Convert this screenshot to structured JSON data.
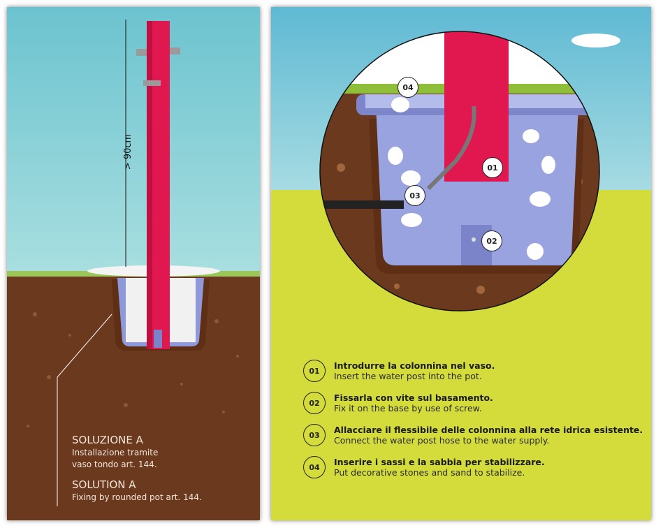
{
  "left_panel": {
    "height_label": "> 90cm",
    "caption": {
      "title_it": "SOLUZIONE A",
      "line1_it": "Installazione tramite",
      "line2_it": "vaso tondo art. 144.",
      "title_en": "SOLUTION A",
      "line_en": "Fixing by rounded pot art. 144."
    }
  },
  "right_panel": {
    "badges": [
      "04",
      "01",
      "03",
      "02"
    ],
    "steps": [
      {
        "num": "01",
        "it": "Introdurre la colonnina nel vaso.",
        "en": "Insert the water post into the pot."
      },
      {
        "num": "02",
        "it": "Fissarla con vite sul basamento.",
        "en": "Fix it on the base by use of screw."
      },
      {
        "num": "03",
        "it": "Allacciare il flessibile delle colonnina alla rete idrica esistente.",
        "en": "Connect the water post hose to the water supply."
      },
      {
        "num": "04",
        "it": "Inserire i sassi e la sabbia per stabilizzare.",
        "en": "Put decorative stones and sand to stabilize."
      }
    ]
  },
  "colors": {
    "post": "#e0184f",
    "soil": "#6b3a1e",
    "pot": "#8f98d8",
    "sky": "#8fd3de",
    "ground": "#d4dc3c"
  }
}
